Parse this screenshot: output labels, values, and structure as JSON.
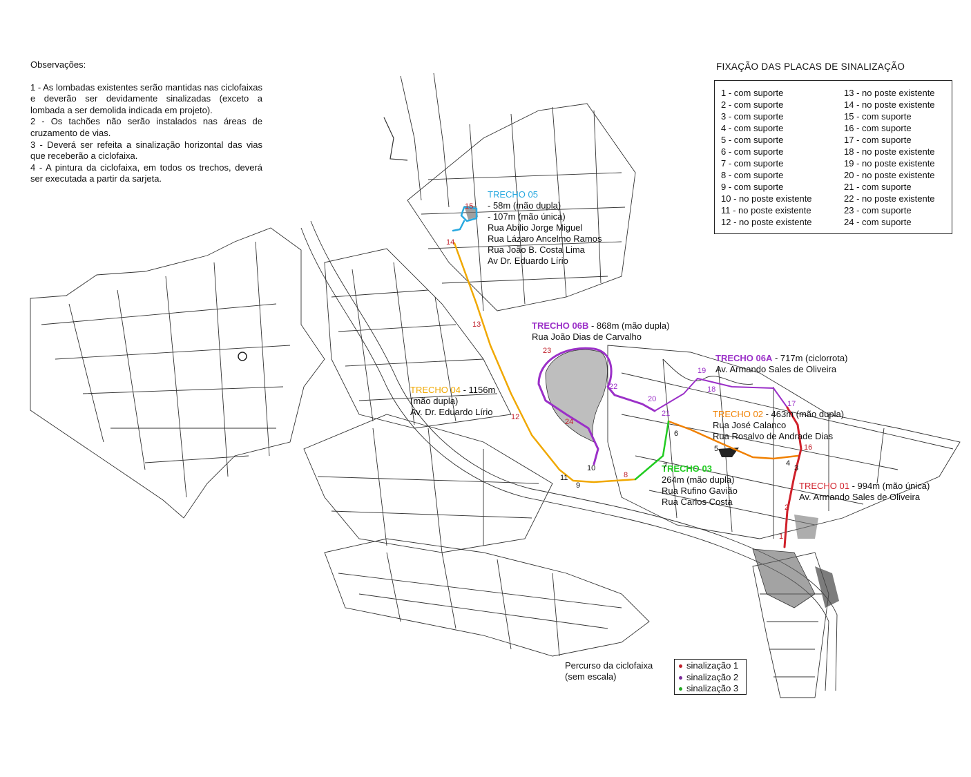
{
  "observacoes": {
    "title": "Observações:",
    "items": [
      "1 - As lombadas existentes serão mantidas nas ciclofaixas e deverão ser devidamente sinalizadas (exceto a lombada a ser demolida indicada em projeto).",
      "2 - Os tachões não serão instalados nas áreas de cruzamento de vias.",
      "3 - Deverá ser refeita a sinalização horizontal das vias que receberão a ciclofaixa.",
      "4 - A pintura da ciclofaixa, em todos os trechos, deverá ser executada a partir da sarjeta."
    ]
  },
  "fixacao": {
    "title": "FIXAÇÃO DAS PLACAS DE SINALIZAÇÃO",
    "col1": [
      "1 - com suporte",
      "2 - com suporte",
      "3 - com suporte",
      "4 - com suporte",
      "5 - com suporte",
      "6 - com suporte",
      "7 - com suporte",
      "8 - com suporte",
      "9 - com suporte",
      "10 - no poste existente",
      "11 - no poste existente",
      "12 - no poste existente"
    ],
    "col2": [
      "13 - no poste existente",
      "14 - no poste existente",
      "15 - com suporte",
      "16 - com suporte",
      "17 - com suporte",
      "18 - no poste existente",
      "19 - no poste existente",
      "20 - no poste existente",
      "21 - com suporte",
      "22 - no poste existente",
      "23 - com suporte",
      "24 - com suporte"
    ]
  },
  "trechos": {
    "t05": {
      "name": "TRECHO 05",
      "color": "#29a9e0",
      "lines": [
        "- 58m (mão dupla)",
        "- 107m (mão única)",
        "Rua Abílio Jorge Miguel",
        "Rua Lázaro Ancelmo Ramos",
        "Rua João B. Costa Lima",
        "Av Dr. Eduardo Lírio"
      ]
    },
    "t06b": {
      "name": "TRECHO 06B",
      "color": "#9b30c8",
      "rest": " - 868m (mão dupla)",
      "line2": "Rua João Dias de Carvalho"
    },
    "t06a": {
      "name": "TRECHO 06A",
      "color": "#9b30c8",
      "rest": " - 717m (ciclorrota)",
      "line2": "Av. Armando Sales de Oliveira"
    },
    "t04": {
      "name": "TRECHO 04",
      "color": "#f0a800",
      "rest": " - 1156m",
      "line2": "(mão dupla)",
      "line3": "Av. Dr. Eduardo Lírio"
    },
    "t02": {
      "name": "TRECHO 02",
      "color": "#f08000",
      "rest": " - 463m (mão dupla)",
      "line2": "Rua José Calanco",
      "line3": "Rua Rosalvo de Andrade Dias"
    },
    "t03": {
      "name": "TRECHO 03",
      "color": "#22cc22",
      "line2": "264m (mão dupla)",
      "line3": "Rua Rufino Gavião",
      "line4": "Rua Carlos Costa"
    },
    "t01": {
      "name": "TRECHO 01",
      "color": "#d0202a",
      "rest": " - 994m (mão única)",
      "line2": "Av. Armando Sales de Oliveira"
    }
  },
  "sign_numbers": [
    "1",
    "2",
    "3",
    "4",
    "5",
    "6",
    "7",
    "8",
    "9",
    "10",
    "11",
    "12",
    "13",
    "14",
    "15",
    "16",
    "17",
    "18",
    "19",
    "20",
    "21",
    "22",
    "23",
    "24"
  ],
  "legend": {
    "title_line1": "Percurso da ciclofaixa",
    "title_line2": "(sem escala)",
    "items": [
      {
        "label": "sinalização 1",
        "color": "#c0202a"
      },
      {
        "label": "sinalização 2",
        "color": "#7a2a9a"
      },
      {
        "label": "sinalização 3",
        "color": "#22aa22"
      }
    ]
  }
}
